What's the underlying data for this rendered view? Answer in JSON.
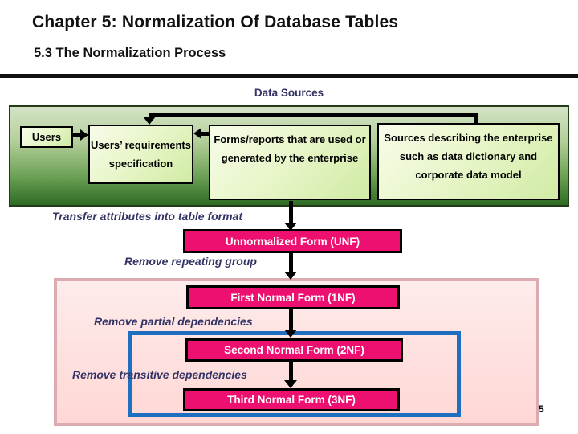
{
  "slide": {
    "title": "Chapter 5: Normalization Of Database Tables",
    "subtitle": "5.3 The Normalization Process",
    "page_number_fragment": "5"
  },
  "data_sources": {
    "heading": "Data Sources",
    "users_box": "Users",
    "requirements_box": "Users’ requirements specification",
    "forms_box": "Forms/reports that are used or generated by the enterprise",
    "sources_box": "Sources describing the enterprise such as data dictionary and corporate data model"
  },
  "process": {
    "transfer_label": "Transfer attributes into table format",
    "unf_box": "Unnormalized Form (UNF)",
    "remove_repeating_label": "Remove repeating group",
    "first_nf_box": "First Normal Form (1NF)",
    "remove_partial_label": "Remove partial dependencies",
    "second_nf_box": "Second Normal Form (2NF)",
    "remove_transitive_label": "Remove transitive dependencies",
    "third_nf_box": "Third Normal Form (3NF)"
  },
  "icons": {
    "down_arrow": "arrow-down-icon",
    "right_arrow": "arrow-right-icon",
    "left_arrow": "arrow-left-icon"
  },
  "colors": {
    "heading_text": "#111111",
    "label_navy": "#333366",
    "nf_box_fill": "#ee1070",
    "nf_box_text": "#ffffff",
    "green_panel_top": "#d4e3c6",
    "green_panel_bottom": "#2d6b24",
    "green_box_fill": "#e9f6cb",
    "pink_panel_border": "#dbabb1",
    "pink_panel_fill": "#fdeceb",
    "blue_panel_border": "#1f6fc0",
    "connector_black": "#000000"
  }
}
